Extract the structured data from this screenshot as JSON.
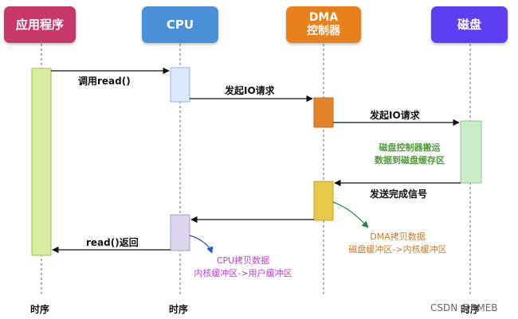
{
  "participants": [
    {
      "label": "应用程序",
      "color": "#c7376a"
    },
    {
      "label": "CPU",
      "color": "#4a90d9"
    },
    {
      "label": "DMA\n控制器",
      "color": "#e8811c"
    },
    {
      "label": "磁盘",
      "color": "#5e3ef2"
    }
  ],
  "messages": {
    "m1": "调用read()",
    "m2": "发起IO请求",
    "m3": "发起IO请求",
    "m4": "发送完成信号",
    "m5": "read()返回"
  },
  "notes": {
    "disk": {
      "line1": "磁盘控制器搬运",
      "line2": "数据到磁盘缓存区",
      "color": "#4f9a3a"
    },
    "dma": {
      "line1": "DMA拷贝数据",
      "line2": "磁盘缓冲区->内核缓冲区",
      "color": "#c77a2a"
    },
    "cpu": {
      "line1": "CPU拷贝数据",
      "line2": "内核缓冲区->用户缓冲区",
      "color": "#c13ed6"
    }
  },
  "timeline_label": "时序",
  "watermark": "CSDN @RMEB"
}
